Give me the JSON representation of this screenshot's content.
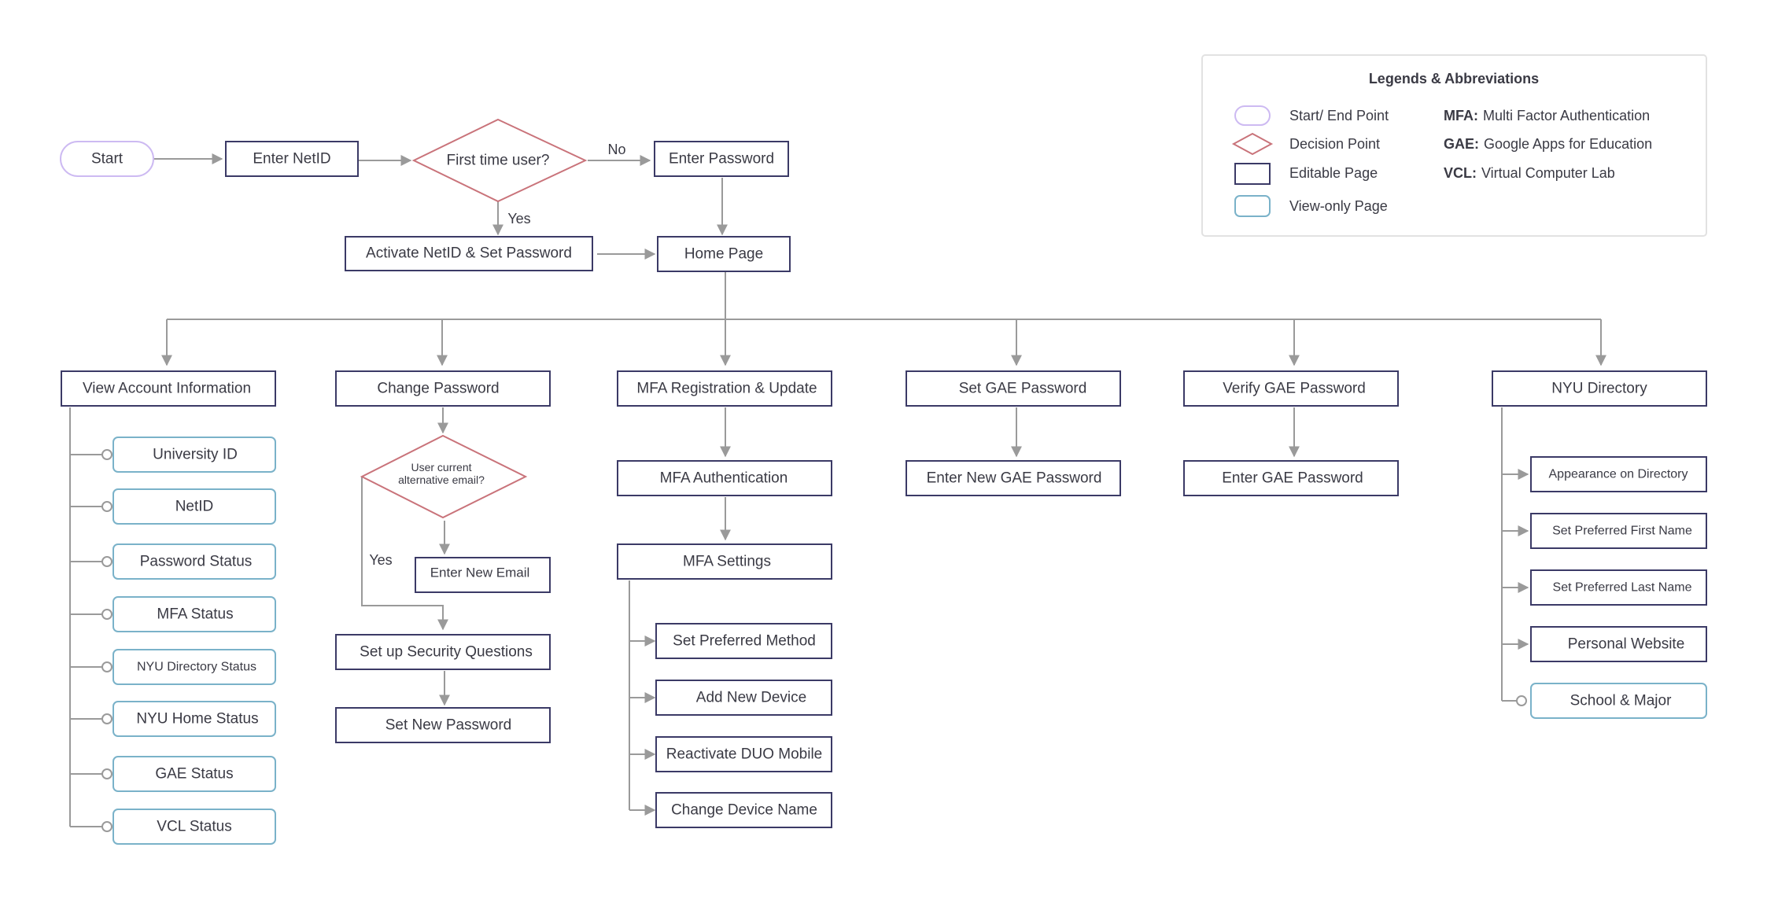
{
  "colors": {
    "start_end": "#cdbaf2",
    "decision": "#c9737a",
    "editable": "#3b3a66",
    "view_only": "#7ab2c9",
    "connector": "#9a9a9a",
    "text": "#3a3a44"
  },
  "flow": {
    "start": "Start",
    "enter_netid": "Enter NetID",
    "first_time_user": "First time user?",
    "label_no": "No",
    "label_yes": "Yes",
    "enter_password": "Enter Password",
    "activate_netid": "Activate NetID & Set Password",
    "home_page": "Home Page"
  },
  "view_account": {
    "title": "View Account Information",
    "items": [
      "University ID",
      "NetID",
      "Password Status",
      "MFA Status",
      "NYU Directory Status",
      "NYU Home Status",
      "GAE Status",
      "VCL Status"
    ]
  },
  "change_password": {
    "title": "Change Password",
    "decision_line1": "User current",
    "decision_line2": "alternative email?",
    "yes_label": "Yes",
    "enter_new_email": "Enter New Email",
    "security_questions": "Set up Security Questions",
    "set_new_password": "Set New Password"
  },
  "mfa": {
    "title": "MFA Registration & Update",
    "authentication": "MFA Authentication",
    "settings": "MFA Settings",
    "items": [
      "Set Preferred Method",
      "Add New Device",
      "Reactivate DUO Mobile",
      "Change Device Name"
    ]
  },
  "set_gae": {
    "title": "Set GAE Password",
    "child": "Enter New GAE Password"
  },
  "verify_gae": {
    "title": "Verify GAE Password",
    "child": "Enter GAE Password"
  },
  "directory": {
    "title": "NYU Directory",
    "items": [
      "Appearance on Directory",
      "Set Preferred First Name",
      "Set Preferred Last Name",
      "Personal Website"
    ],
    "view_item": "School & Major"
  },
  "legend": {
    "title": "Legends & Abbreviations",
    "shapes": [
      "Start/ End Point",
      "Decision Point",
      "Editable Page",
      "View-only Page"
    ],
    "abbreviations": [
      {
        "abbr": "MFA:",
        "full": "Multi Factor Authentication"
      },
      {
        "abbr": "GAE:",
        "full": "Google Apps for Education"
      },
      {
        "abbr": "VCL:",
        "full": "Virtual Computer Lab"
      }
    ]
  }
}
